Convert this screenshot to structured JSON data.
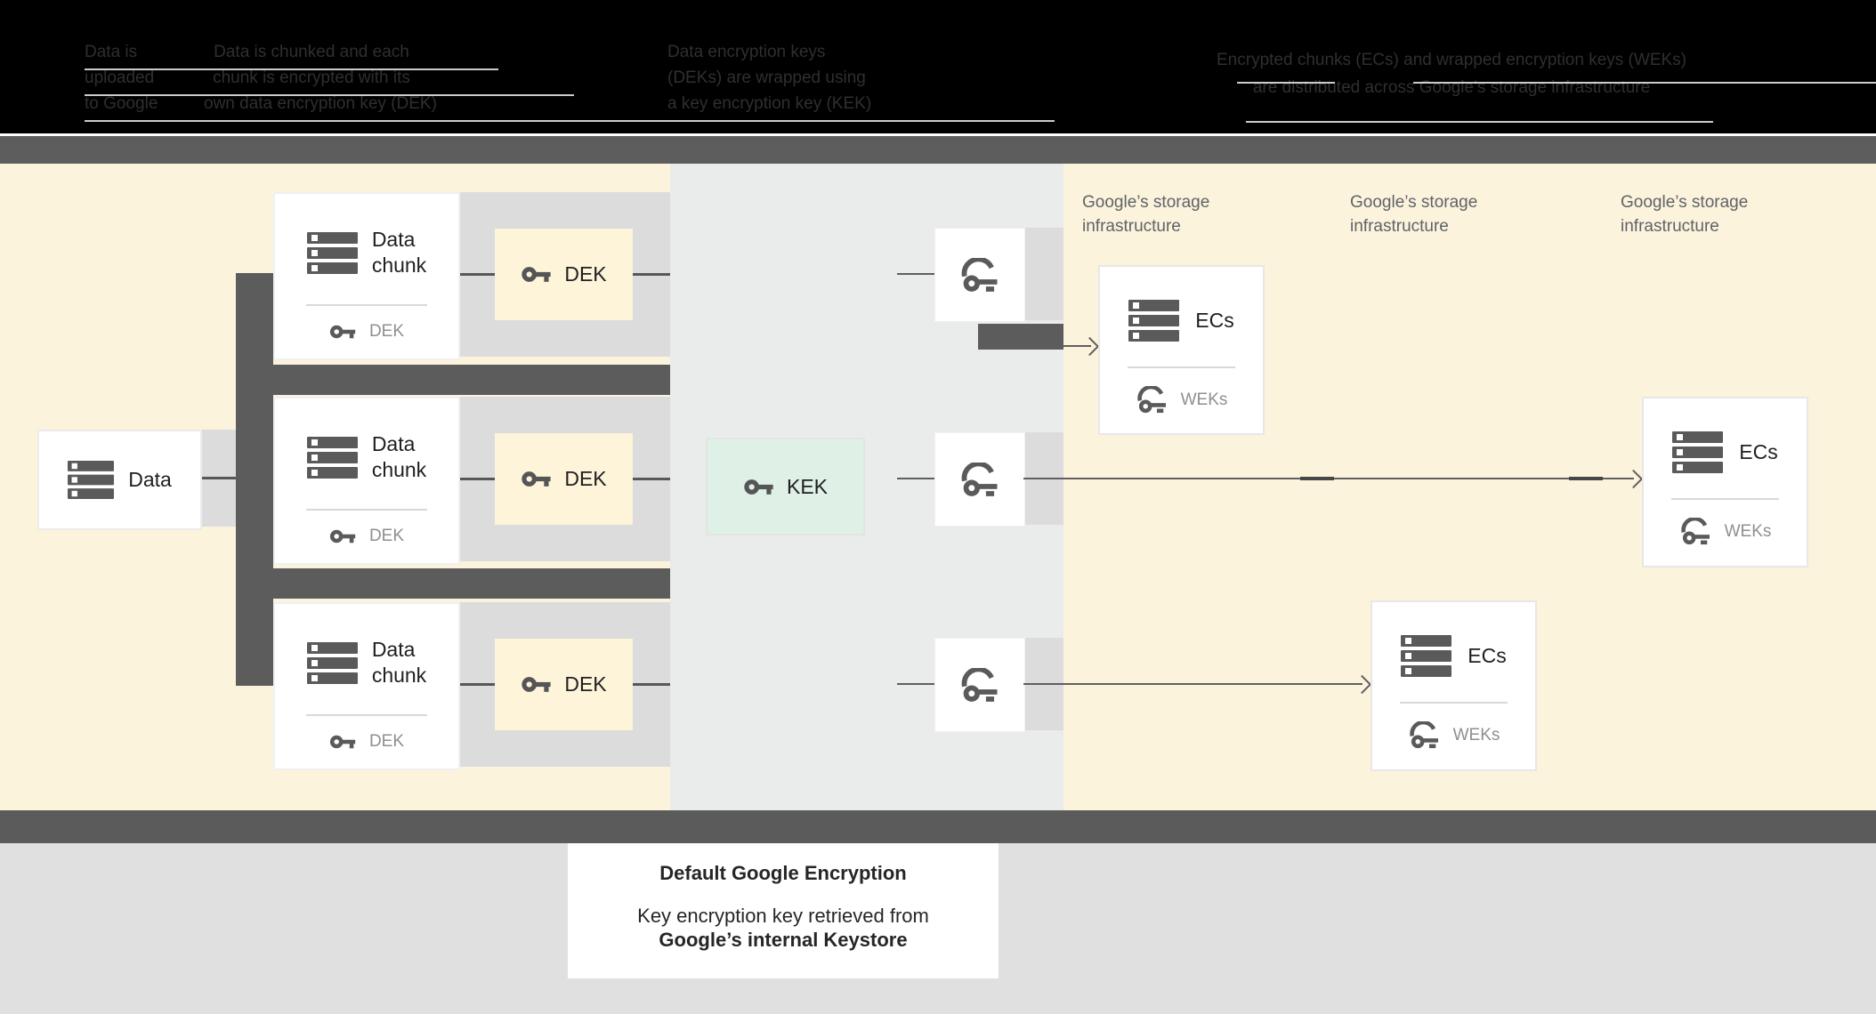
{
  "header": {
    "steps": [
      {
        "lines": [
          "Data is",
          "uploaded",
          "to Google"
        ]
      },
      {
        "lines": [
          "Data is chunked and each",
          "chunk is encrypted with its",
          "own data encryption key (DEK)"
        ]
      },
      {
        "lines": [
          "Data encryption keys",
          "(DEKs) are wrapped using",
          "a key encryption key (KEK)"
        ]
      },
      {
        "lines": [
          "Encrypted chunks (ECs) and wrapped encryption keys (WEKs)",
          "are distributed across Google’s storage infrastructure"
        ]
      }
    ]
  },
  "diagram": {
    "data_box": {
      "label": "Data"
    },
    "chunk_rows": [
      {
        "title_line1": "Data",
        "title_line2": "chunk",
        "key_label": "DEK",
        "dek_box_label": "DEK"
      },
      {
        "title_line1": "Data",
        "title_line2": "chunk",
        "key_label": "DEK",
        "dek_box_label": "DEK"
      },
      {
        "title_line1": "Data",
        "title_line2": "chunk",
        "key_label": "DEK",
        "dek_box_label": "DEK"
      }
    ],
    "kek_box": {
      "label": "KEK"
    },
    "storage_labels": [
      {
        "line1": "Google’s storage",
        "line2": "infrastructure"
      },
      {
        "line1": "Google’s storage",
        "line2": "infrastructure"
      },
      {
        "line1": "Google’s storage",
        "line2": "infrastructure"
      }
    ],
    "ec_boxes": [
      {
        "title": "ECs",
        "key_label": "WEKs"
      },
      {
        "title": "ECs",
        "key_label": "WEKs"
      },
      {
        "title": "ECs",
        "key_label": "WEKs"
      }
    ]
  },
  "caption": {
    "title": "Default Google Encryption",
    "line1": "Key encryption key retrieved from",
    "line2": "Google’s internal Keystore"
  },
  "colors": {
    "cream_background": "#fcf3dc",
    "middle_section": "#e9eceb",
    "connector_dark_gray": "#5c5c5c",
    "row_strip_gray": "#dcdcdc",
    "kek_fill_green": "#dff0e6",
    "dek_fill_cream": "#fdf4da",
    "muted_text_gray": "#8f8f8f",
    "storage_label_gray": "#5f6368",
    "header_background": "#000000"
  }
}
